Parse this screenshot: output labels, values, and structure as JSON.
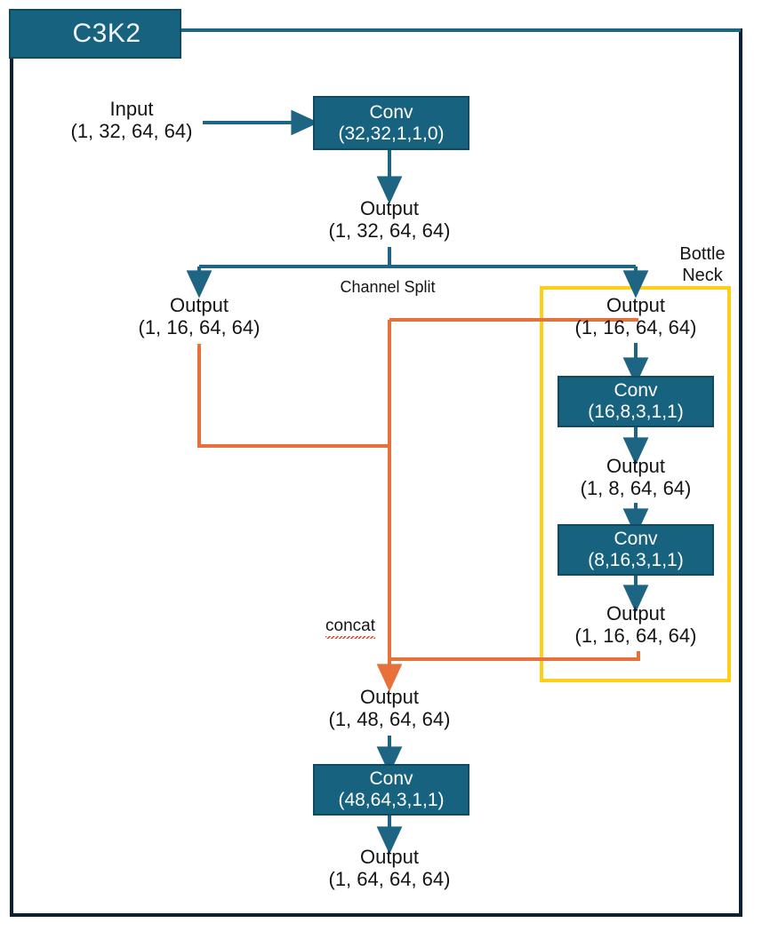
{
  "diagram": {
    "title": "C3K2",
    "colors": {
      "block_fill": "#17627F",
      "block_border": "#0F4A61",
      "frame": "#0A2233",
      "edge_teal": "#1D6583",
      "edge_orange": "#E8703A",
      "group_yellow": "#FDD017",
      "text": "#141414",
      "block_text": "#FFFFFF"
    },
    "outer_frame": {
      "label": "diagram-border"
    },
    "nodes": {
      "input": {
        "title": "Input",
        "shape": "(1, 32, 64, 64)"
      },
      "conv_stem": {
        "name": "Conv",
        "params": "(32,32,1,1,0)"
      },
      "output_stem": {
        "title": "Output",
        "shape": "(1, 32, 64, 64)"
      },
      "output_split_left": {
        "title": "Output",
        "shape": "(1, 16, 64, 64)"
      },
      "output_split_right": {
        "title": "Output",
        "shape": "(1, 16, 64, 64)"
      },
      "conv_bn_1": {
        "name": "Conv",
        "params": "(16,8,3,1,1)"
      },
      "output_bn_mid": {
        "title": "Output",
        "shape": "(1, 8, 64, 64)"
      },
      "conv_bn_2": {
        "name": "Conv",
        "params": "(8,16,3,1,1)"
      },
      "output_bn_out": {
        "title": "Output",
        "shape": "(1, 16, 64, 64)"
      },
      "output_concat": {
        "title": "Output",
        "shape": "(1, 48, 64, 64)"
      },
      "conv_final": {
        "name": "Conv",
        "params": "(48,64,3,1,1)"
      },
      "output_final": {
        "title": "Output",
        "shape": "(1, 64, 64, 64)"
      }
    },
    "labels": {
      "channel_split": "Channel Split",
      "bottleneck_line1": "Bottle",
      "bottleneck_line2": "Neck",
      "concat": "concat"
    }
  }
}
